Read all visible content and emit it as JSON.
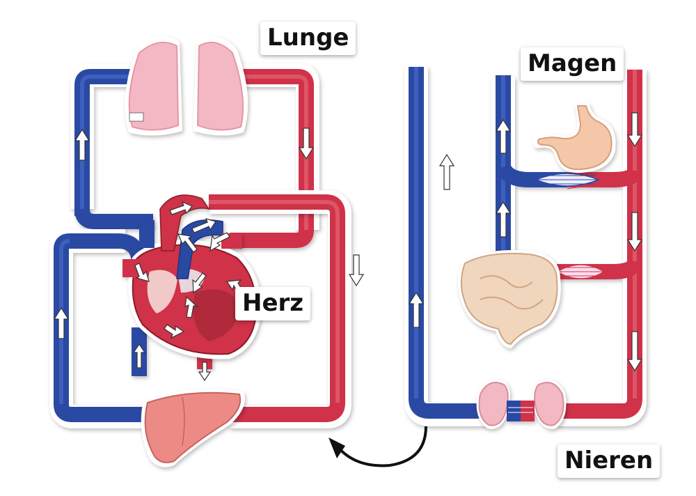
{
  "labels": {
    "lung": "Lunge",
    "stomach": "Magen",
    "heart": "Herz",
    "kidneys": "Nieren"
  },
  "colors": {
    "vein_blue": "#2b4aa3",
    "artery_red": "#cf3348",
    "tube_shadow": "#d9d9d9",
    "lung_pink": "#f4b8c4",
    "liver": "#ec8a86",
    "stomach": "#f5c7a9",
    "intestine": "#f0d6bd",
    "kidney": "#f2b9c3",
    "arrow_fill": "#ffffff"
  },
  "icons": [
    "direction-arrow-icon",
    "curved-arrow-icon",
    "lung-icon",
    "heart-icon",
    "liver-icon",
    "stomach-icon",
    "intestine-icon",
    "kidney-icon"
  ]
}
